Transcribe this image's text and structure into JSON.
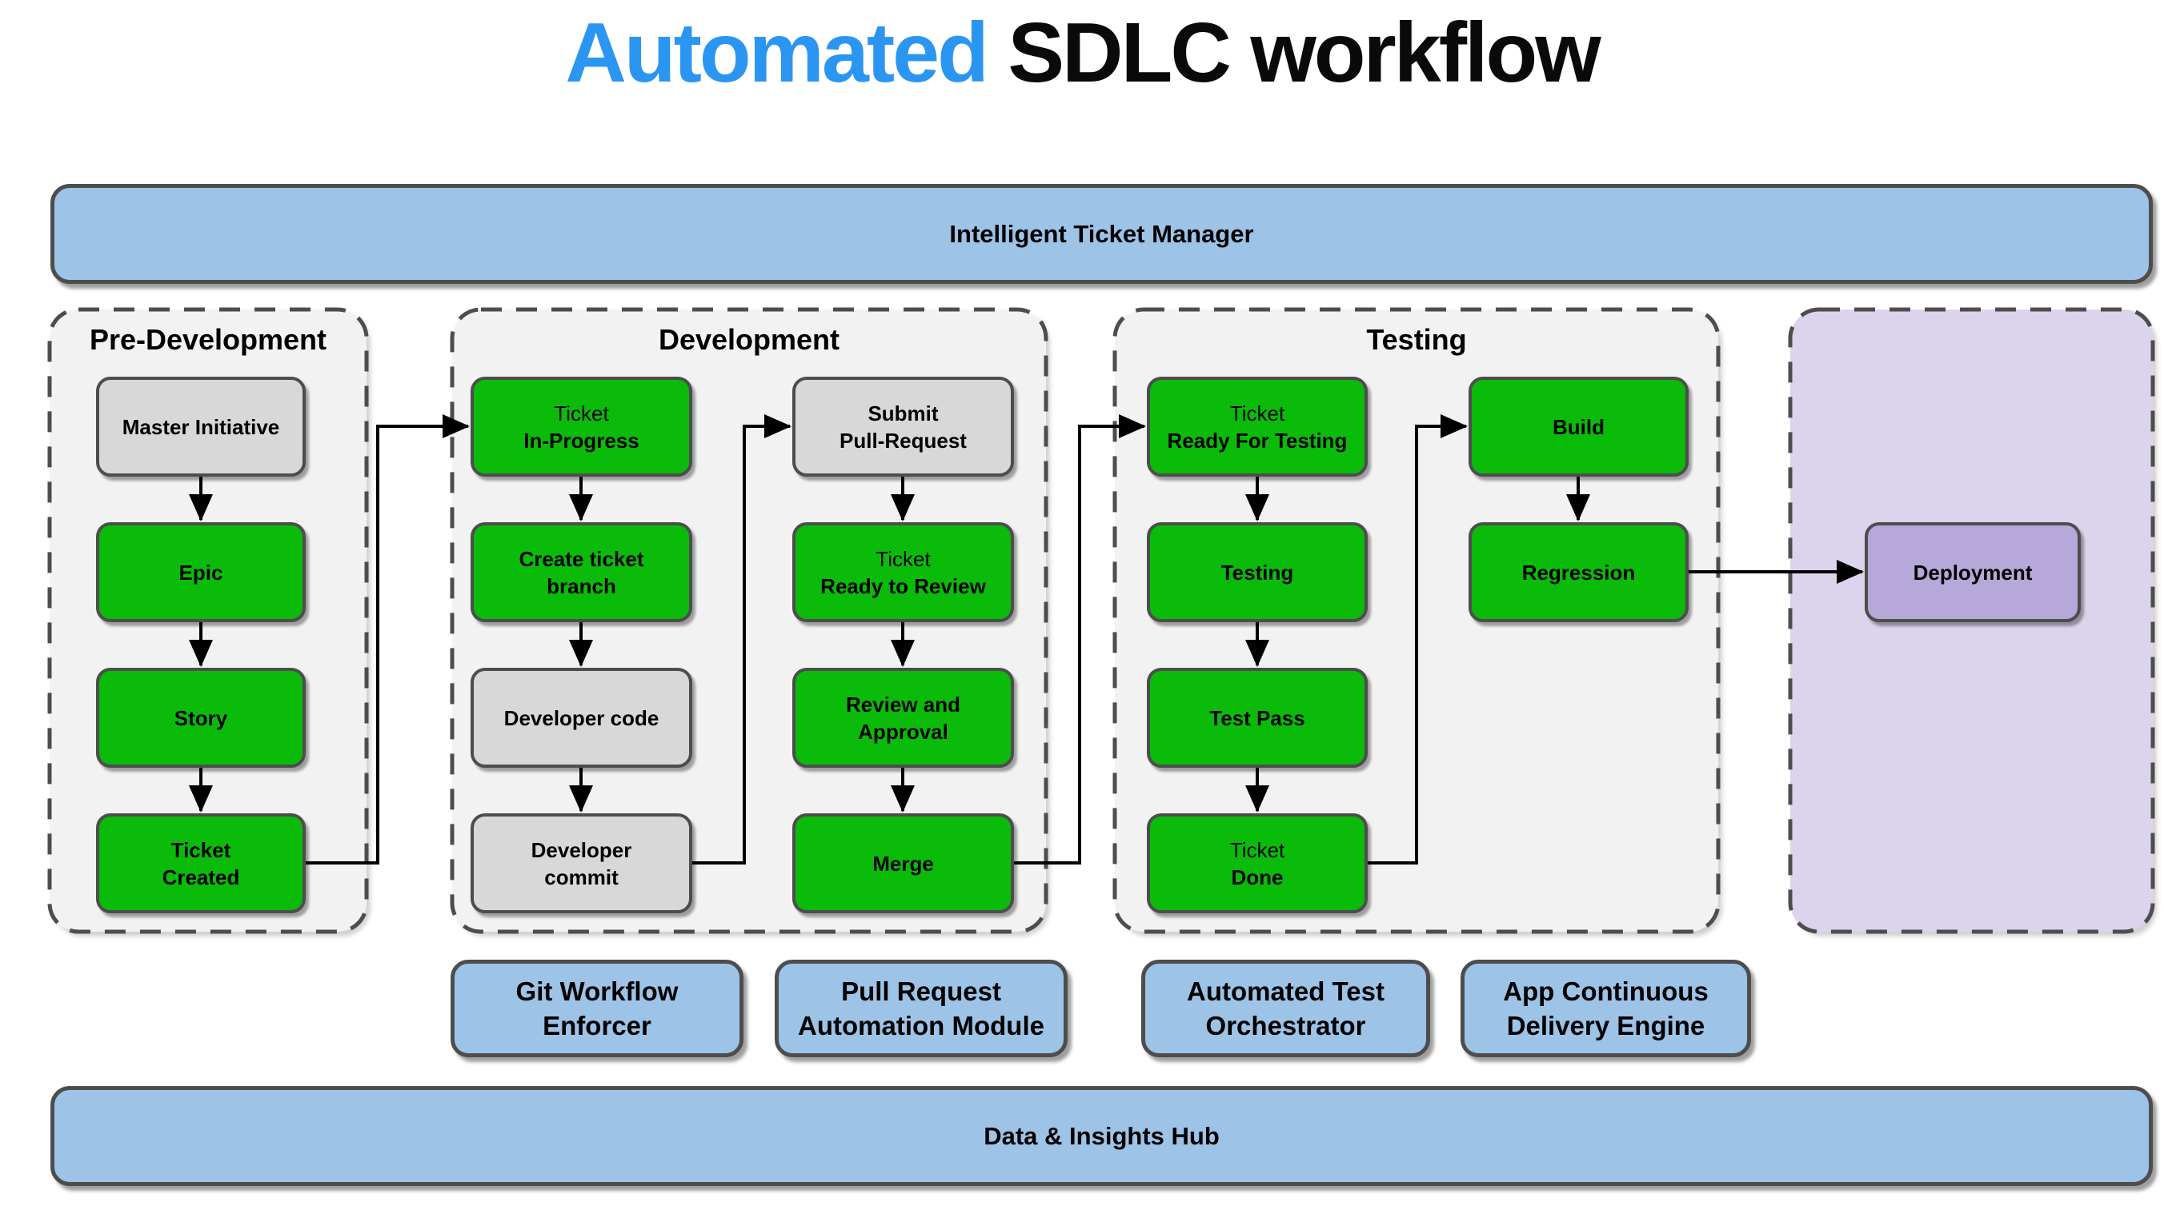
{
  "title": {
    "accent": "Automated",
    "rest": "SDLC workflow"
  },
  "colors": {
    "accent_blue": "#2B95F2",
    "green": "#0ABB0A",
    "box_gray": "#D8D8D8",
    "light_blue": "#9DC3E7",
    "purple_container": "#DCD4EC",
    "purple_box": "#B6A8D8",
    "outline": "#4D4D4D",
    "container_bg": "#F2F2F2"
  },
  "top_bar": {
    "label": "Intelligent Ticket Manager"
  },
  "bottom_bar": {
    "label": "Data & Insights Hub"
  },
  "sections": {
    "pre_development": {
      "title": "Pre-Development"
    },
    "development": {
      "title": "Development"
    },
    "testing": {
      "title": "Testing"
    },
    "deployment": {
      "title": ""
    }
  },
  "nodes": {
    "master_initiative": {
      "label": "Master Initiative",
      "type": "manual"
    },
    "epic": {
      "label": "Epic",
      "type": "automated"
    },
    "story": {
      "label": "Story",
      "type": "automated"
    },
    "ticket_created": {
      "line1": "Ticket",
      "line2": "Created",
      "type": "automated"
    },
    "ticket_in_progress": {
      "line1": "Ticket",
      "line2": "In-Progress",
      "type": "automated"
    },
    "create_ticket_branch": {
      "line1": "Create ticket",
      "line2": "branch",
      "type": "automated"
    },
    "developer_code": {
      "label": "Developer code",
      "type": "manual"
    },
    "developer_commit": {
      "line1": "Developer",
      "line2": "commit",
      "type": "manual"
    },
    "submit_pull_request": {
      "line1": "Submit",
      "line2": "Pull-Request",
      "type": "manual"
    },
    "ticket_ready_to_review": {
      "line1": "Ticket",
      "line2": "Ready to Review",
      "type": "automated"
    },
    "review_and_approval": {
      "line1": "Review and",
      "line2": "Approval",
      "type": "automated"
    },
    "merge": {
      "label": "Merge",
      "type": "automated"
    },
    "ticket_ready_for_testing": {
      "line1": "Ticket",
      "line2": "Ready For Testing",
      "type": "automated"
    },
    "testing": {
      "label": "Testing",
      "type": "automated"
    },
    "test_pass": {
      "label": "Test Pass",
      "type": "automated"
    },
    "ticket_done": {
      "line1": "Ticket",
      "line2": "Done",
      "type": "automated"
    },
    "build": {
      "label": "Build",
      "type": "automated"
    },
    "regression": {
      "label": "Regression",
      "type": "automated"
    },
    "deployment": {
      "label": "Deployment",
      "type": "deployment"
    }
  },
  "services": [
    {
      "line1": "Git Workflow",
      "line2": "Enforcer"
    },
    {
      "line1": "Pull Request",
      "line2": "Automation Module"
    },
    {
      "line1": "Automated Test",
      "line2": "Orchestrator"
    },
    {
      "line1": "App Continuous",
      "line2": "Delivery Engine"
    }
  ],
  "connections": [
    {
      "from": "master_initiative",
      "to": "epic"
    },
    {
      "from": "epic",
      "to": "story"
    },
    {
      "from": "story",
      "to": "ticket_created"
    },
    {
      "from": "ticket_created",
      "to": "ticket_in_progress"
    },
    {
      "from": "ticket_in_progress",
      "to": "create_ticket_branch"
    },
    {
      "from": "create_ticket_branch",
      "to": "developer_code"
    },
    {
      "from": "developer_code",
      "to": "developer_commit"
    },
    {
      "from": "developer_commit",
      "to": "submit_pull_request"
    },
    {
      "from": "submit_pull_request",
      "to": "ticket_ready_to_review"
    },
    {
      "from": "ticket_ready_to_review",
      "to": "review_and_approval"
    },
    {
      "from": "review_and_approval",
      "to": "merge"
    },
    {
      "from": "merge",
      "to": "ticket_ready_for_testing"
    },
    {
      "from": "ticket_ready_for_testing",
      "to": "testing"
    },
    {
      "from": "testing",
      "to": "test_pass"
    },
    {
      "from": "test_pass",
      "to": "ticket_done"
    },
    {
      "from": "ticket_done",
      "to": "build"
    },
    {
      "from": "build",
      "to": "regression"
    },
    {
      "from": "regression",
      "to": "deployment"
    }
  ]
}
